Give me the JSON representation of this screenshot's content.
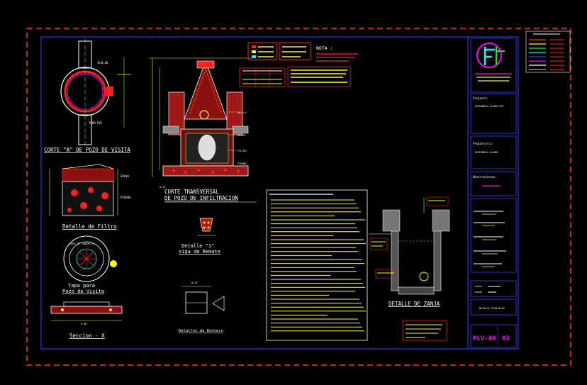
{
  "colors": {
    "background": "#000000",
    "border_outer": "#ff3030",
    "border_inner": "#3344ff",
    "white": "#ffffff",
    "yellow": "#ffff00",
    "red": "#ff2020",
    "cyan": "#00ffff",
    "magenta": "#ff00ff",
    "green": "#00ff00",
    "brick": "#c02020"
  },
  "views": {
    "plan_title": "CORTE \"A\" DE POZO DE VISITA",
    "filter_title": "Detalle de Filtro",
    "lid_title_1": "Tapa para",
    "lid_title_2": "Pozo de Visita",
    "section_title": "Seccion - X",
    "main_title_1": "CORTE TRANSVERSAL",
    "main_title_2": "DE POZO DE INFILTRACION",
    "beam_title_1": "Detalle \"1\"",
    "beam_title_2": "Viga de Remate",
    "steel_title": "Detalles de Dentero",
    "trench_title": "DETALLE DE ZANJA",
    "nota_title": "NOTA :"
  },
  "title_block": {
    "proyecto_label": "Proyecto:",
    "proyecto_value": "RESIDENCIA ALAMOS Nº5",
    "propietario_label": "Propietario:",
    "propietario_value": "RESIDENCIA ALAMOS",
    "observaciones_label": "Observaciones:",
    "lamina_label": "PLV-08",
    "lamina_number": "03",
    "detalle_label": "DETALLE PLUVIALES"
  }
}
